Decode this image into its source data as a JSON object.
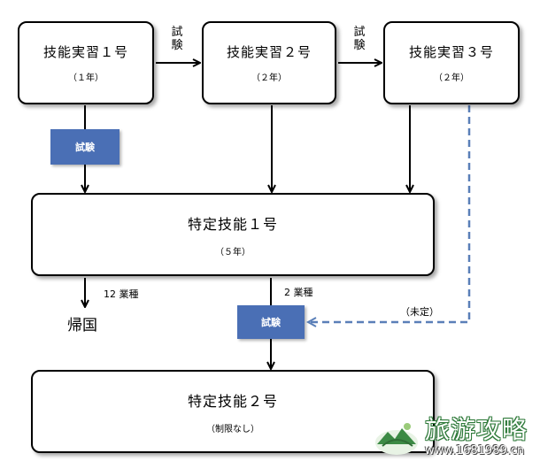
{
  "nodes": {
    "jisshu1": {
      "title": "技能実習１号",
      "sub": "（１年）"
    },
    "jisshu2": {
      "title": "技能実習２号",
      "sub": "（２年）"
    },
    "jisshu3": {
      "title": "技能実習３号",
      "sub": "（２年）"
    },
    "tokutei1": {
      "title": "特定技能１号",
      "sub": "（５年）"
    },
    "tokutei2": {
      "title": "特定技能２号",
      "sub": "（制限なし）"
    }
  },
  "exam_label": "試験",
  "edge_labels": {
    "to_kikoku_count": "12 業種",
    "to_tokutei2_count": "2 業種",
    "undecided": "（未定）"
  },
  "endpoints": {
    "kikoku": "帰国"
  },
  "watermark": {
    "title": "旅游攻略",
    "url": "www.1681989.cn"
  },
  "colors": {
    "exam_box": "#4a6fb5",
    "dashed_arrow": "#5a7fb8",
    "arrow": "#000000"
  }
}
